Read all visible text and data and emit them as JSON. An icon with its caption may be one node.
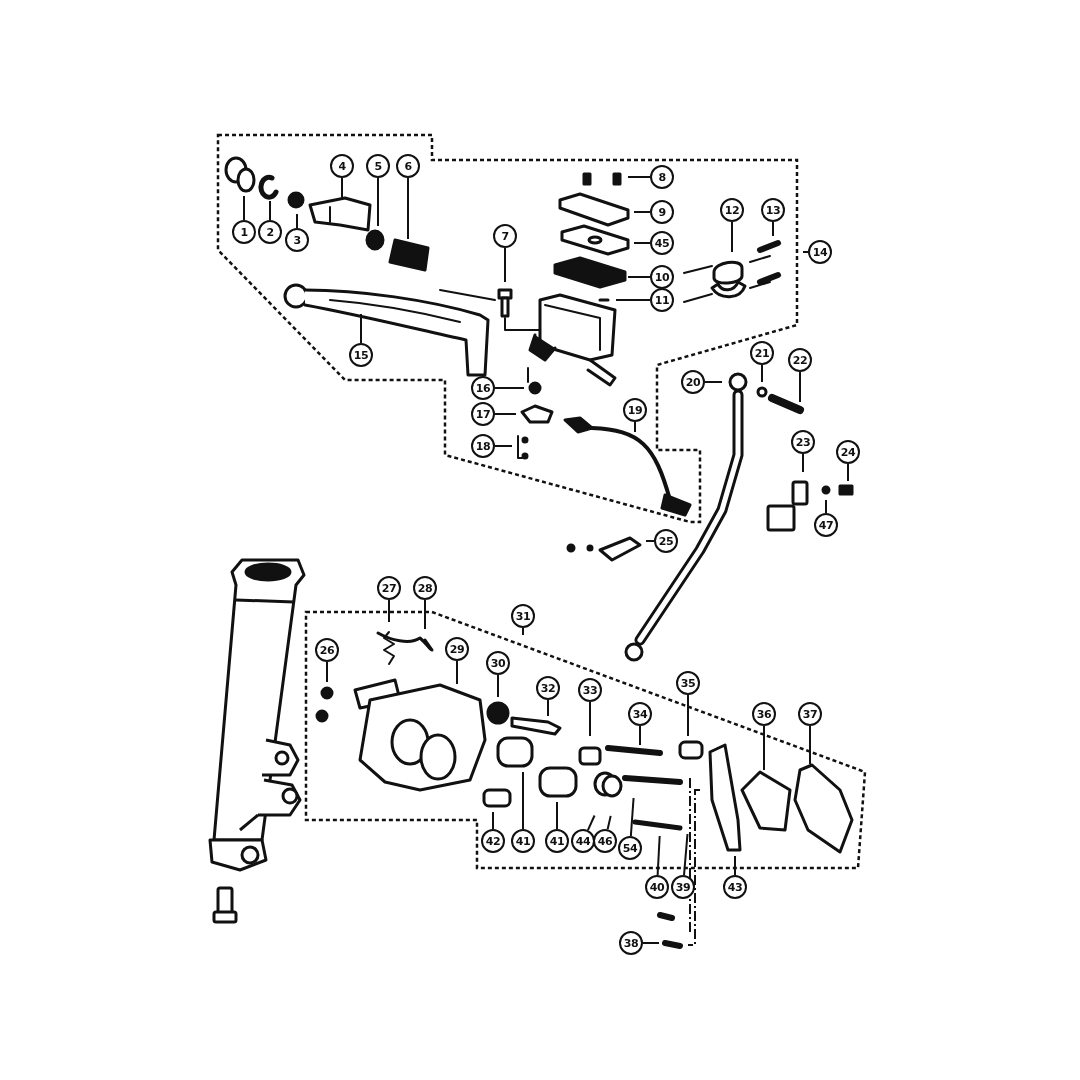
{
  "diagram": {
    "nodes": [
      {
        "text": [
          "1"
        ]
      },
      {
        "text": [
          "2"
        ]
      },
      {
        "text": [
          "3"
        ]
      },
      {
        "text": [
          "4"
        ]
      },
      {
        "text": [
          "5"
        ]
      },
      {
        "text": [
          "6"
        ]
      },
      {
        "text": [
          "7"
        ]
      },
      {
        "text": [
          "8"
        ]
      },
      {
        "text": [
          "9"
        ]
      },
      {
        "text": [
          "45"
        ]
      },
      {
        "text": [
          "10"
        ]
      },
      {
        "text": [
          "11"
        ]
      },
      {
        "text": [
          "12"
        ]
      },
      {
        "text": [
          "13"
        ]
      },
      {
        "text": [
          "14"
        ]
      },
      {
        "text": [
          "15"
        ]
      },
      {
        "text": [
          "16"
        ]
      },
      {
        "text": [
          "17"
        ]
      },
      {
        "text": [
          "18"
        ]
      },
      {
        "text": [
          "19"
        ]
      },
      {
        "text": [
          "20"
        ]
      },
      {
        "text": [
          "21"
        ]
      },
      {
        "text": [
          "22"
        ]
      },
      {
        "text": [
          "23"
        ]
      },
      {
        "text": [
          "24"
        ]
      },
      {
        "text": [
          "47"
        ]
      },
      {
        "text": [
          "25"
        ]
      },
      {
        "text": [
          "26"
        ]
      },
      {
        "text": [
          "27"
        ]
      },
      {
        "text": [
          "28"
        ]
      },
      {
        "text": [
          "29"
        ]
      },
      {
        "text": [
          "30"
        ]
      },
      {
        "text": [
          "31"
        ]
      },
      {
        "text": [
          "32"
        ]
      },
      {
        "text": [
          "33"
        ]
      },
      {
        "text": [
          "34"
        ]
      },
      {
        "text": [
          "35"
        ]
      },
      {
        "text": [
          "36"
        ]
      },
      {
        "text": [
          "37"
        ]
      },
      {
        "text": [
          "42"
        ]
      },
      {
        "text": [
          "41"
        ]
      },
      {
        "text": [
          "41"
        ]
      },
      {
        "text": [
          "44"
        ]
      },
      {
        "text": [
          "46"
        ]
      },
      {
        "text": [
          "54"
        ]
      },
      {
        "text": [
          "40"
        ]
      },
      {
        "text": [
          "39"
        ]
      },
      {
        "text": [
          "43"
        ]
      },
      {
        "text": [
          "38"
        ]
      }
    ],
    "edges": [
      {
        "from": 0,
        "to": null,
        "arrow": "none"
      },
      {
        "from": 1,
        "to": null,
        "arrow": "none"
      },
      {
        "from": 2,
        "to": null,
        "arrow": "none"
      },
      {
        "from": 3,
        "to": null,
        "arrow": "none"
      },
      {
        "from": 4,
        "to": null,
        "arrow": "none"
      },
      {
        "from": 5,
        "to": null,
        "arrow": "none"
      },
      {
        "from": 6,
        "to": null,
        "arrow": "none"
      },
      {
        "from": 7,
        "to": null,
        "arrow": "none"
      },
      {
        "from": 8,
        "to": null,
        "arrow": "none"
      },
      {
        "from": 9,
        "to": null,
        "arrow": "none"
      },
      {
        "from": 10,
        "to": null,
        "arrow": "none"
      },
      {
        "from": 11,
        "to": null,
        "arrow": "none"
      },
      {
        "from": 12,
        "to": null,
        "arrow": "none"
      },
      {
        "from": 13,
        "to": null,
        "arrow": "none"
      },
      {
        "from": 14,
        "to": null,
        "arrow": "none"
      },
      {
        "from": 15,
        "to": null,
        "arrow": "none"
      },
      {
        "from": 16,
        "to": null,
        "arrow": "none"
      },
      {
        "from": 17,
        "to": null,
        "arrow": "none"
      },
      {
        "from": 18,
        "to": null,
        "arrow": "none"
      },
      {
        "from": 19,
        "to": null,
        "arrow": "none"
      },
      {
        "from": 20,
        "to": null,
        "arrow": "none"
      },
      {
        "from": 21,
        "to": null,
        "arrow": "none"
      },
      {
        "from": 22,
        "to": null,
        "arrow": "none"
      },
      {
        "from": 23,
        "to": null,
        "arrow": "none"
      },
      {
        "from": 24,
        "to": null,
        "arrow": "none"
      },
      {
        "from": 25,
        "to": null,
        "arrow": "none"
      },
      {
        "from": 26,
        "to": null,
        "arrow": "none"
      },
      {
        "from": 27,
        "to": null,
        "arrow": "none"
      },
      {
        "from": 28,
        "to": null,
        "arrow": "none"
      },
      {
        "from": 29,
        "to": null,
        "arrow": "none"
      },
      {
        "from": 30,
        "to": null,
        "arrow": "none"
      },
      {
        "from": 31,
        "to": null,
        "arrow": "none"
      },
      {
        "from": 32,
        "to": null,
        "arrow": "none"
      },
      {
        "from": 33,
        "to": null,
        "arrow": "none"
      },
      {
        "from": 34,
        "to": null,
        "arrow": "none"
      },
      {
        "from": 35,
        "to": null,
        "arrow": "none"
      },
      {
        "from": 36,
        "to": null,
        "arrow": "none"
      },
      {
        "from": 37,
        "to": null,
        "arrow": "none"
      },
      {
        "from": 38,
        "to": null,
        "arrow": "none"
      },
      {
        "from": 39,
        "to": null,
        "arrow": "none"
      },
      {
        "from": 40,
        "to": null,
        "arrow": "none"
      },
      {
        "from": 41,
        "to": null,
        "arrow": "none"
      },
      {
        "from": 42,
        "to": null,
        "arrow": "none"
      },
      {
        "from": 43,
        "to": null,
        "arrow": "none"
      },
      {
        "from": 44,
        "to": null,
        "arrow": "none"
      },
      {
        "from": 45,
        "to": null,
        "arrow": "none"
      },
      {
        "from": 46,
        "to": null,
        "arrow": "none"
      },
      {
        "from": 47,
        "to": null,
        "arrow": "none"
      },
      {
        "from": 48,
        "to": null,
        "arrow": "none"
      }
    ]
  }
}
